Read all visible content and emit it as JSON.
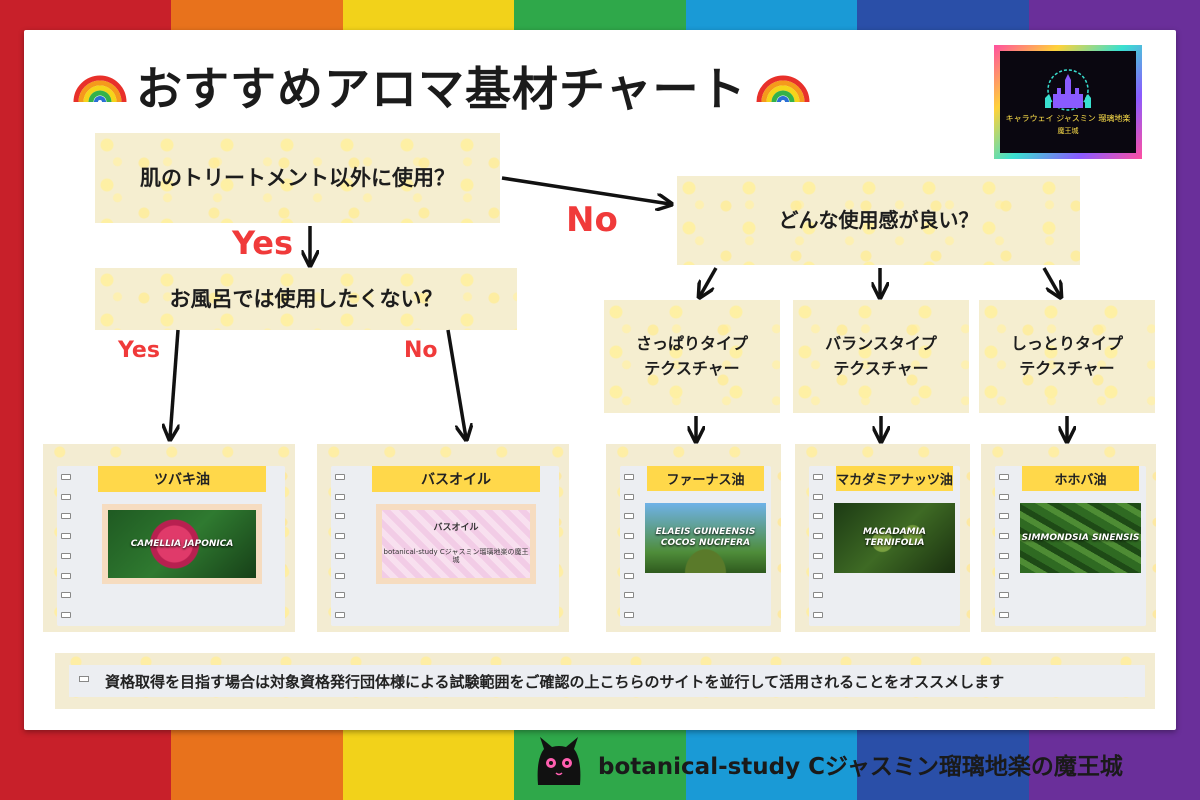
{
  "colors": {
    "stripes": [
      "#c8202a",
      "#e8721c",
      "#f2d21a",
      "#2fa84a",
      "#1a9ad6",
      "#2a4fa8",
      "#6a2f9a"
    ],
    "label_red": "#f03a3a",
    "name_yellow": "#ffd84a"
  },
  "title": "おすすめアロマ基材チャート",
  "icons": {
    "title_left": "rainbow-icon",
    "title_right": "rainbow-icon",
    "footer": "black-cat-icon"
  },
  "logo": {
    "line1": "キャラウェイ ジャスミン 瑠璃地楽",
    "line2": "魔王城"
  },
  "questions": {
    "q1": "肌のトリートメント以外に使用？",
    "q2": "お風呂では使用したくない？",
    "q3": "どんな使用感が良い？"
  },
  "labels": {
    "yes_main": "Yes",
    "no_main": "No",
    "yes_sub": "Yes",
    "no_sub": "No"
  },
  "types": [
    {
      "line1": "さっぱりタイプ",
      "line2": "テクスチャー"
    },
    {
      "line1": "バランスタイプ",
      "line2": "テクスチャー"
    },
    {
      "line1": "しっとりタイプ",
      "line2": "テクスチャー"
    }
  ],
  "oils": [
    {
      "name": "ツバキ油",
      "photo_label": "CAMELLIA JAPONICA"
    },
    {
      "name": "バスオイル",
      "photo_label": "バスオイル",
      "photo_brand": "botanical-study Cジャスミン瑠璃地楽の魔王城"
    },
    {
      "name": "ファーナス油",
      "photo_label": "ELAEIS GUINEENSIS COCOS NUCIFERA"
    },
    {
      "name": "マカダミアナッツ油",
      "photo_label": "MACADAMIA TERNIFOLIA"
    },
    {
      "name": "ホホバ油",
      "photo_label": "SIMMONDSIA SINENSIS"
    }
  ],
  "note": "資格取得を目指す場合は対象資格発行団体様による試験範囲をご確認の上こちらのサイトを並行して活用されることをオススメします",
  "footer": "botanical-study Cジャスミン瑠璃地楽の魔王城"
}
